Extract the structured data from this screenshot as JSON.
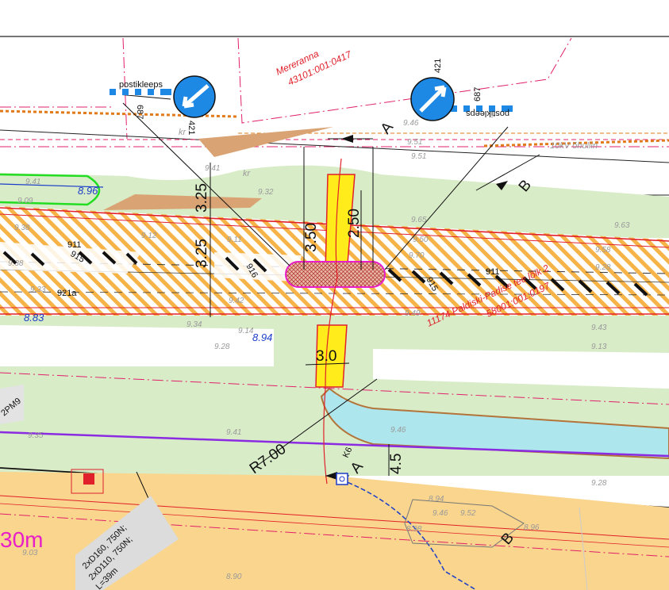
{
  "colors": {
    "road_hatch": "#f6b347",
    "grass": "#d9ecc8",
    "plot_fill": "#f9d58d",
    "ditch_water": "#aee6ee",
    "crossing_yellow": "#ffec1a",
    "boundary_red": "#e0202a",
    "cable_purple": "#8a2be2",
    "curb_green": "#22dd22",
    "sign_blue": "#1e88e5"
  },
  "texts": {
    "mereranna": "Mereranna",
    "parcel_id": "43101:001:0417",
    "road_name_1": "11174 Paldiski-Padise tee lõik 2",
    "road_code": "58001:001:0197",
    "cable": "10kV õhuliin",
    "postikleeps_left": "postikleeps",
    "postikleeps_right": "postikleeps",
    "sign_687_left": "687",
    "sign_421_left": "421",
    "sign_687_right": "687",
    "sign_421_right": "421",
    "kr1": "kr",
    "kr2": "kr",
    "section_a_top": "A",
    "section_a_bottom": "A",
    "section_b_top": "B",
    "section_b_bottom": "B",
    "dim_325_a": "3.25",
    "dim_325_b": "3.25",
    "dim_350": "3.50",
    "dim_250": "2.50",
    "dim_30": "3.0",
    "dim_r700": "R7.00",
    "dim_45": "4.5",
    "k6": "K6",
    "marking_911_left": "911",
    "marking_911_right": "911",
    "marking_915_left": "915",
    "marking_915_right": "915",
    "marking_916": "916",
    "marking_921a": "921a",
    "pm9": "2PM9",
    "thirty_m": "30m",
    "pipe_note_1": "2xD160, 750N;",
    "pipe_note_2": "2xD110, 750N;",
    "pipe_note_3": "L=39m",
    "levels_blue": [
      "8.96",
      "8.83",
      "8.94"
    ],
    "levels_grey": [
      "9.41",
      "9.09",
      "9.38",
      "9.12",
      "9.11",
      "9.38",
      "9.33",
      "9.42",
      "9.34",
      "9.14",
      "9.28",
      "9.41",
      "9.32",
      "9.46",
      "9.51",
      "9.51",
      "9.65",
      "9.63",
      "9.50",
      "9.70",
      "9.58",
      "9.28",
      "9.49",
      "9.43",
      "9.35",
      "9.41",
      "9.46",
      "9.28",
      "9.13",
      "8.90",
      "9.03",
      "8.98",
      "8.94",
      "9.46",
      "9.52",
      "8.96"
    ]
  }
}
